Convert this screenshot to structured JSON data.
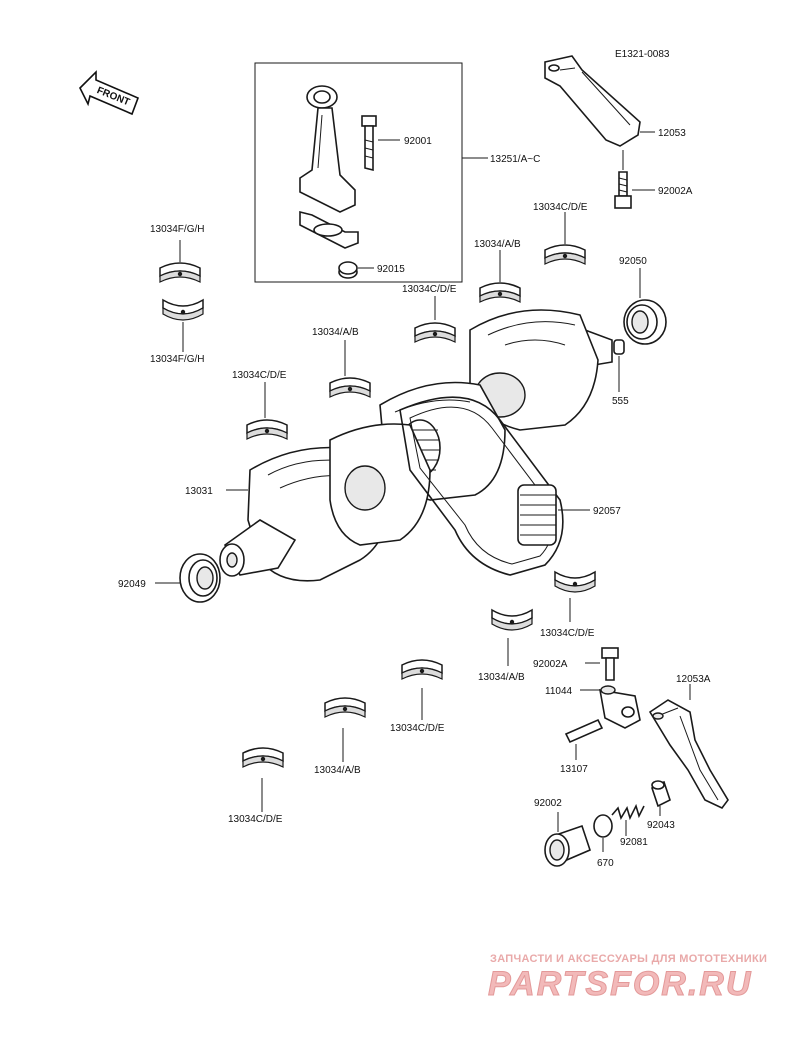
{
  "diagram": {
    "code": "E1321-0083",
    "front_label": "FRONT",
    "labels": {
      "p92001": "92001",
      "p13251": "13251/A~C",
      "p92015": "92015",
      "p12053": "12053",
      "p92002a_top": "92002A",
      "p13034cde_1": "13034C/D/E",
      "p13034fgh_top": "13034F/G/H",
      "p13034fgh_bot": "13034F/G/H",
      "p13034ab_1": "13034/A/B",
      "p92050": "92050",
      "p13034cde_2": "13034C/D/E",
      "p13034ab_2": "13034/A/B",
      "p13034cde_3": "13034C/D/E",
      "p555": "555",
      "p13031": "13031",
      "p92057": "92057",
      "p92049": "92049",
      "p13034cde_4": "13034C/D/E",
      "p13034ab_3": "13034/A/B",
      "p92002a_bot": "92002A",
      "p11044": "11044",
      "p12053a": "12053A",
      "p13034cde_5": "13034C/D/E",
      "p13107": "13107",
      "p13034ab_4": "13034/A/B",
      "p13034cde_6": "13034C/D/E",
      "p92002": "92002",
      "p92043": "92043",
      "p92081": "92081",
      "p670": "670"
    }
  },
  "watermark": {
    "line1": "ЗАПЧАСТИ И АКСЕССУАРЫ ДЛЯ МОТОТЕХНИКИ",
    "line2": "PARTSFOR.RU"
  }
}
